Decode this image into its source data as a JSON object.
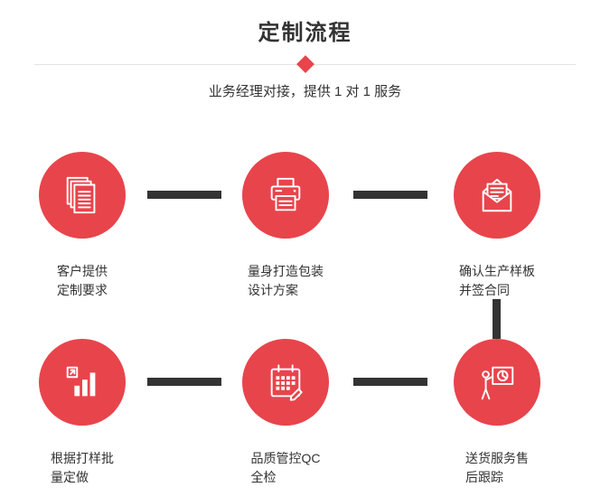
{
  "page": {
    "title": "定制流程",
    "subtitle": "业务经理对接，提供 1 对 1 服务"
  },
  "colors": {
    "accent_red": "#e8444c",
    "connector_dark": "#333333",
    "divider_gray": "#e3e3e3",
    "text_dark": "#333333"
  },
  "steps": [
    {
      "icon": "documents-icon",
      "label_line1": "客户提供",
      "label_line2": "定制要求"
    },
    {
      "icon": "printer-icon",
      "label_line1": "量身打造包装",
      "label_line2": "设计方案"
    },
    {
      "icon": "envelope-icon",
      "label_line1": "确认生产样板",
      "label_line2": "并签合同"
    },
    {
      "icon": "bar-chart-icon",
      "label_line1": "根据打样批",
      "label_line2": "量定做"
    },
    {
      "icon": "calendar-icon",
      "label_line1": "品质管控QC",
      "label_line2": "全检"
    },
    {
      "icon": "presentation-icon",
      "label_line1": "送货服务售",
      "label_line2": "后跟踪"
    }
  ]
}
